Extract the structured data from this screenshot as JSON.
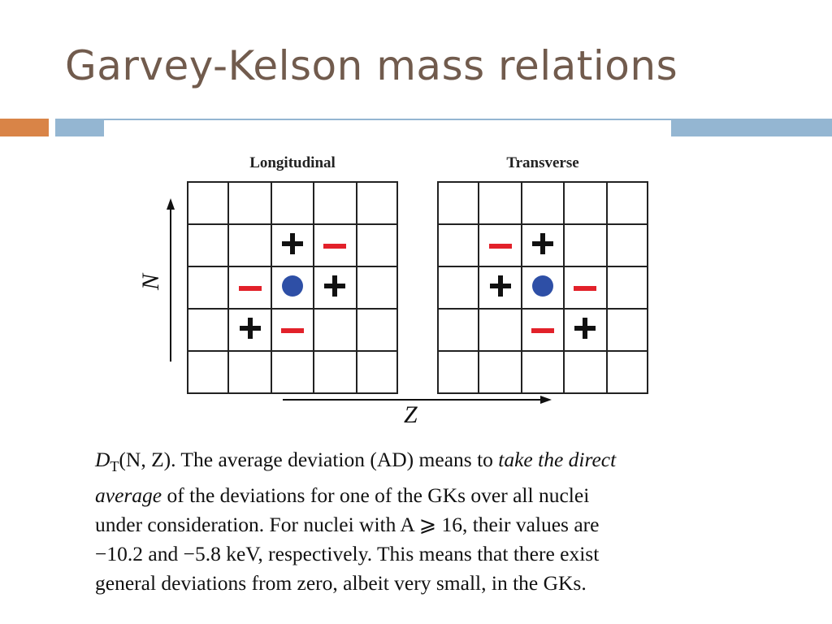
{
  "slide": {
    "title": "Garvey-Kelson mass relations"
  },
  "diagram": {
    "panels": [
      {
        "title": "Longitudinal",
        "rows": [
          [
            "",
            "",
            "",
            "",
            ""
          ],
          [
            "",
            "",
            "plus",
            "minus",
            ""
          ],
          [
            "",
            "minus",
            "dot",
            "plus",
            ""
          ],
          [
            "",
            "plus",
            "minus",
            "",
            ""
          ],
          [
            "",
            "",
            "",
            "",
            ""
          ]
        ]
      },
      {
        "title": "Transverse",
        "rows": [
          [
            "",
            "",
            "",
            "",
            ""
          ],
          [
            "",
            "minus",
            "plus",
            "",
            ""
          ],
          [
            "",
            "plus",
            "dot",
            "minus",
            ""
          ],
          [
            "",
            "",
            "minus",
            "plus",
            ""
          ],
          [
            "",
            "",
            "",
            "",
            ""
          ]
        ]
      }
    ],
    "vertical_axis": "N",
    "horizontal_axis": "Z",
    "colors": {
      "plus": "#111111",
      "minus": "#e2212a",
      "dot": "#2e4fa6"
    }
  },
  "caption": {
    "l1_a": "D",
    "l1_sub": "T",
    "l1_b": "(N, Z). The average deviation (AD) means to",
    "l1_c": "take the direct",
    "l2_a": "average",
    "l2_b": "of the deviations for one of the GKs over all nuclei",
    "l3": "under consideration. For nuclei with A ⩾ 16, their values are",
    "l4": "−10.2 and −5.8 keV, respectively. This means that there exist",
    "l5": "general deviations from zero, albeit very small, in the GKs."
  }
}
